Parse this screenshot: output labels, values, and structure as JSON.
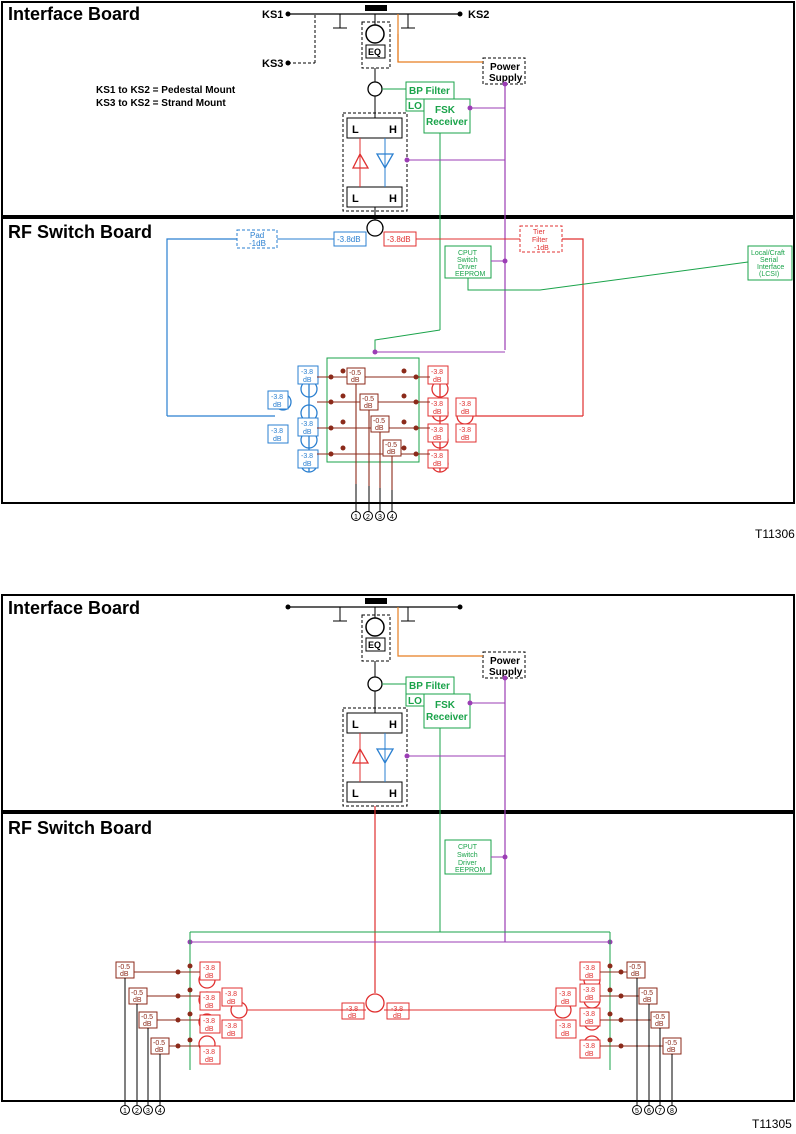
{
  "top": {
    "interface_title": "Interface Board",
    "rf_title": "RF Switch Board",
    "ks1": "KS1",
    "ks2": "KS2",
    "ks3": "KS3",
    "note1": "KS1 to KS2 = Pedestal Mount",
    "note2": "KS3 to KS2 = Strand Mount",
    "eq": "EQ",
    "power1": "Power",
    "power2": "Supply",
    "bp_filter": "BP Filter",
    "lo": "LO",
    "fsk1": "FSK",
    "fsk2": "Receiver",
    "L": "L",
    "H": "H",
    "pad1": "Pad",
    "pad2": "-1dB",
    "split_left": "-3.8dB",
    "split_right": "-3.8dB",
    "tier1": "Tier",
    "tier2": "Filter",
    "tier3": "-1dB",
    "cpu1": "CPUT",
    "cpu2": "Switch",
    "cpu3": "Driver",
    "cpu4": "EEPROM",
    "lc1": "Local/Craft",
    "lc2": "Serial",
    "lc3": "Interface",
    "lc4": "(LCSI)",
    "db38a": "-3.8",
    "db38b": "dB",
    "db05a": "-0.5",
    "db05b": "dB",
    "ports": [
      "1",
      "2",
      "3",
      "4"
    ],
    "tag": "T11306"
  },
  "bottom": {
    "interface_title": "Interface Board",
    "rf_title": "RF Switch Board",
    "eq": "EQ",
    "power1": "Power",
    "power2": "Supply",
    "bp_filter": "BP Filter",
    "lo": "LO",
    "fsk1": "FSK",
    "fsk2": "Receiver",
    "L": "L",
    "H": "H",
    "cpu1": "CPUT",
    "cpu2": "Switch",
    "cpu3": "Driver",
    "cpu4": "EEPROM",
    "db38a": "-3.8",
    "db38b": "dB",
    "db05a": "-0.5",
    "db05b": "dB",
    "ports_left": [
      "1",
      "2",
      "3",
      "4"
    ],
    "ports_right": [
      "5",
      "6",
      "7",
      "8"
    ],
    "tag": "T11305"
  }
}
